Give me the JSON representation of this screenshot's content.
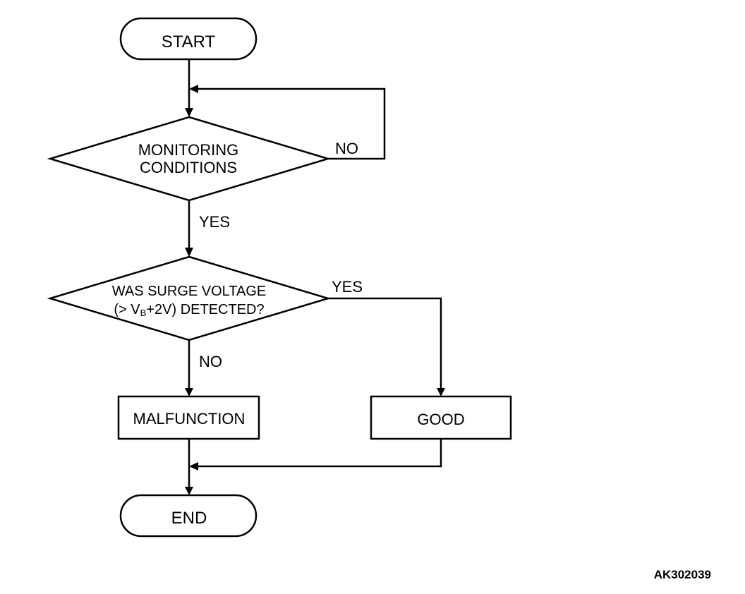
{
  "flowchart": {
    "start": "START",
    "monitoring": {
      "line1": "MONITORING",
      "line2": "CONDITIONS",
      "no": "NO",
      "yes": "YES"
    },
    "surge": {
      "line1": "WAS SURGE VOLTAGE",
      "line2_pre": "(> V",
      "line2_sub": "B",
      "line2_post": "+2V) DETECTED?",
      "yes": "YES",
      "no": "NO"
    },
    "malfunction": "MALFUNCTION",
    "good": "GOOD",
    "end": "END"
  },
  "reference_code": "AK302039"
}
